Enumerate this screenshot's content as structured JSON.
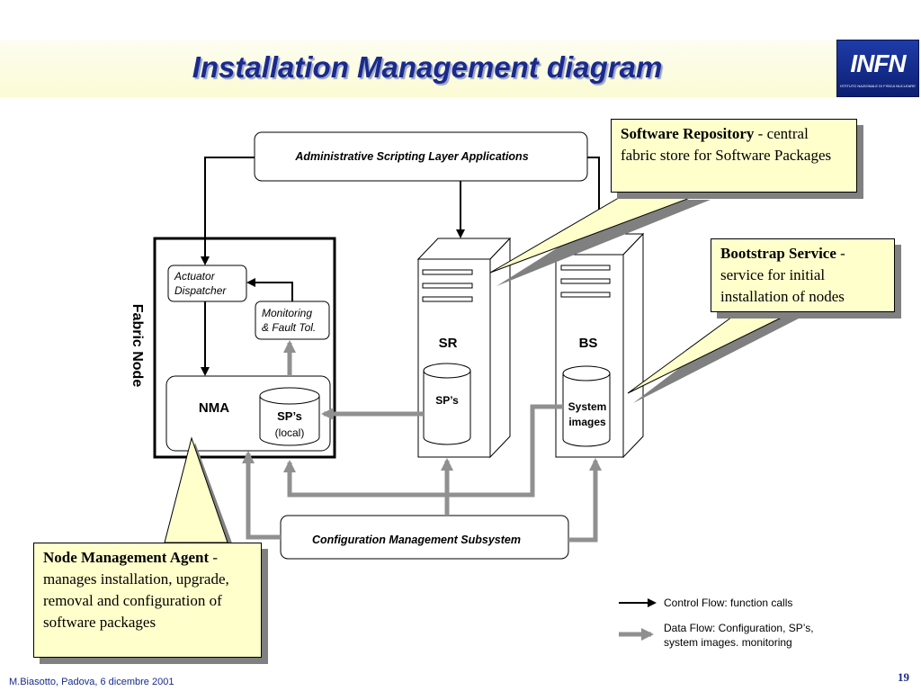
{
  "title": "Installation Management diagram",
  "logo": {
    "text": "INFN",
    "subtitle": "ISTITUTO NAZIONALE DI FISICA NUCLEARE"
  },
  "boxes": {
    "admin": "Administrative Scripting Layer Applications",
    "config": "Configuration Management Subsystem",
    "fabric_node": "Fabric Node",
    "actuator_line1": "Actuator",
    "actuator_line2": "Dispatcher",
    "monitoring_line1": "Monitoring",
    "monitoring_line2": "& Fault Tol.",
    "nma": "NMA",
    "sps_local_line1": "SP’s",
    "sps_local_line2": "(local)",
    "sr": "SR",
    "sr_db": "SP’s",
    "bs": "BS",
    "bs_db_line1": "System",
    "bs_db_line2": "images"
  },
  "callouts": {
    "software_repository": {
      "bold": "Software Repository",
      "text": " - central fabric store for Software Packages"
    },
    "bootstrap_service": {
      "bold": "Bootstrap Service",
      "text": " - service for initial installation of nodes"
    },
    "node_management_agent": {
      "bold": "Node Management Agent",
      "text": " - manages installation, upgrade, removal and configuration of software packages"
    }
  },
  "legend": {
    "control": "Control Flow: function calls",
    "data_line1": "Data Flow: Configuration, SP’s,",
    "data_line2": "system images. monitoring"
  },
  "footer": {
    "author": "M.Biasotto, Padova, 6 dicembre 2001",
    "page": "19"
  },
  "colors": {
    "title": "#1a2a8c",
    "callout_bg": "#ffffcc",
    "data_flow": "#909090",
    "control_flow": "#000000"
  }
}
